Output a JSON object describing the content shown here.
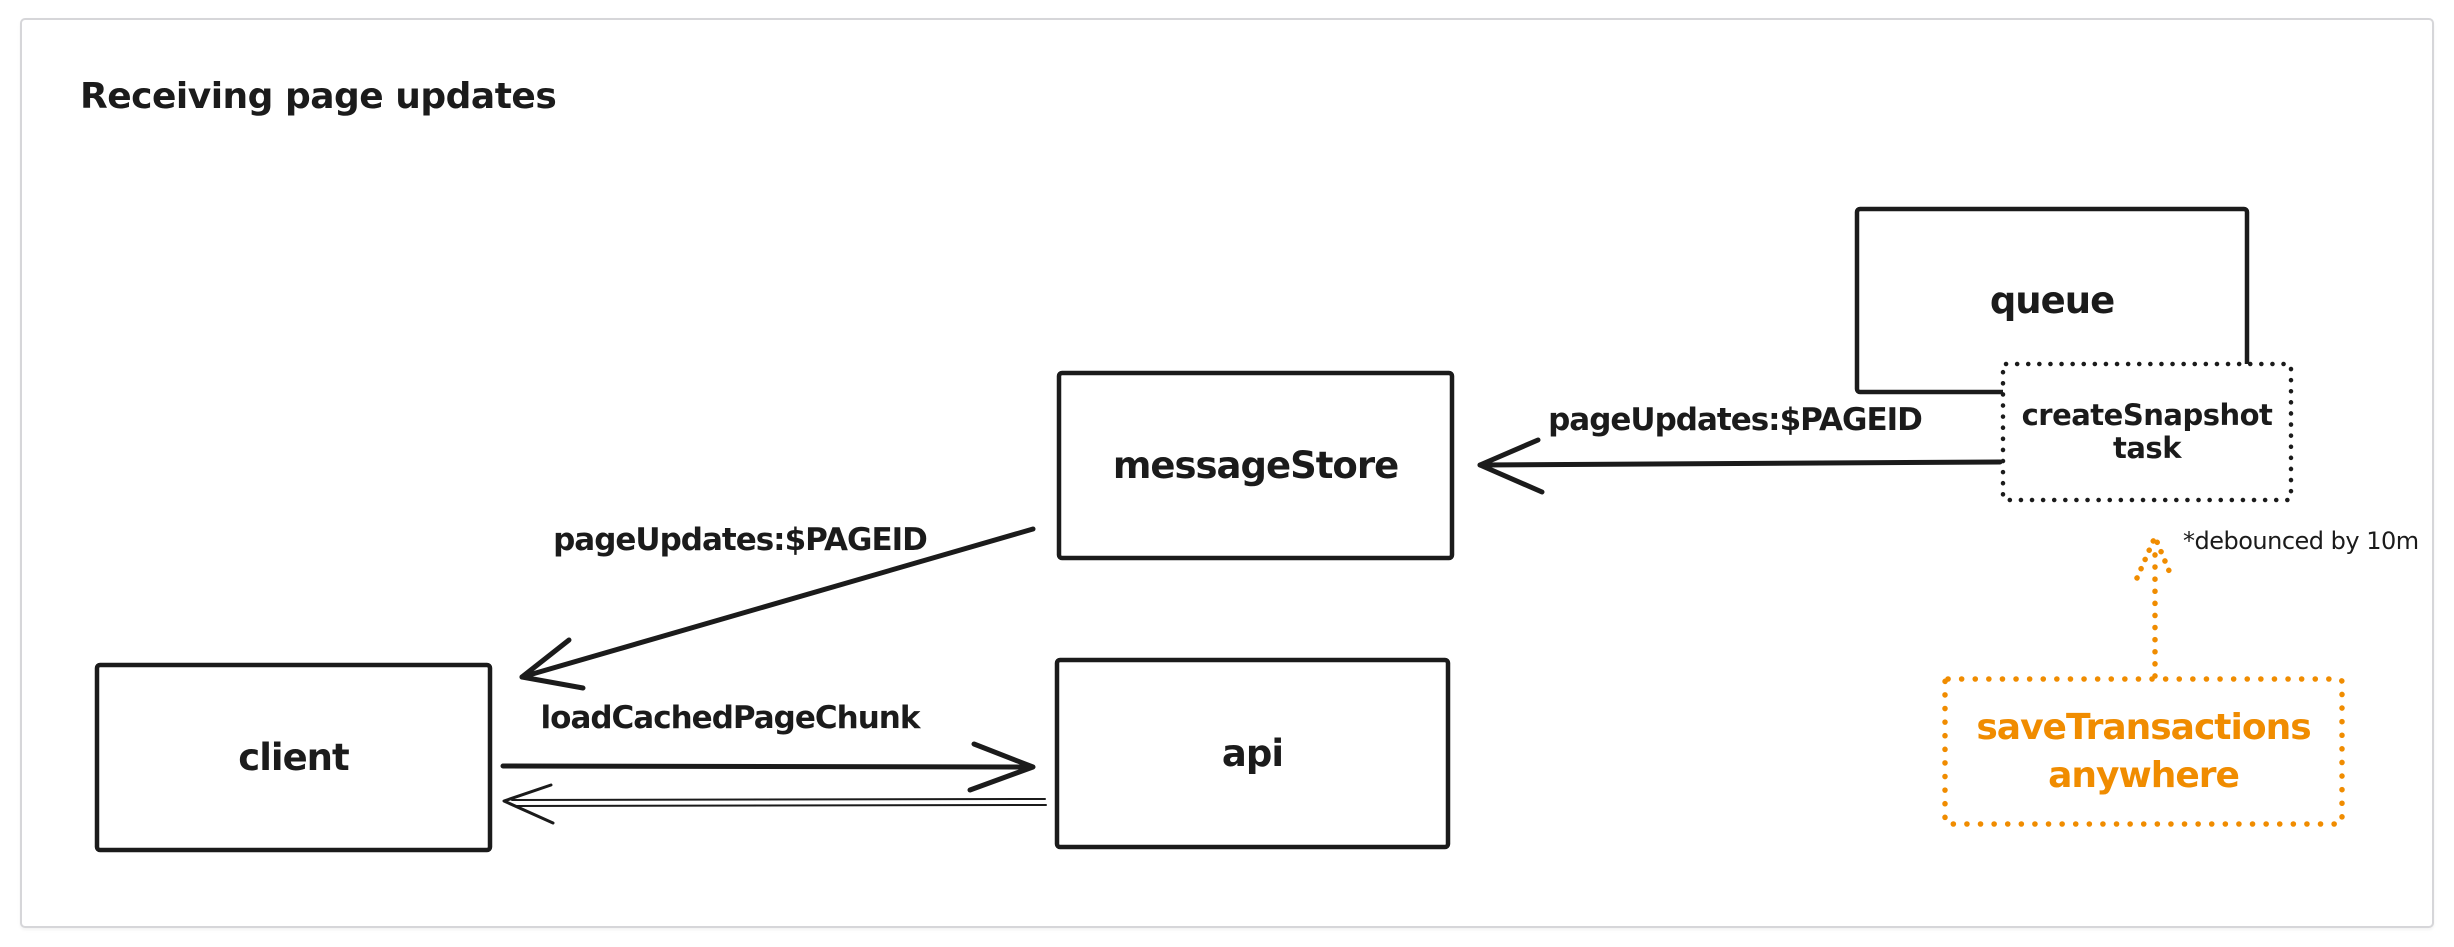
{
  "title": "Receiving page updates",
  "colors": {
    "ink": "#1b1b1b",
    "accent_orange": "#f08c00",
    "frame_border": "#d6d6d9",
    "background": "#ffffff"
  },
  "nodes": {
    "queue": {
      "label": "queue"
    },
    "create_snapshot_task": {
      "line1": "createSnapshot",
      "line2": "task"
    },
    "message_store": {
      "label": "messageStore"
    },
    "client": {
      "label": "client"
    },
    "api": {
      "label": "api"
    },
    "save_transactions": {
      "line1": "saveTransactions",
      "line2": "anywhere"
    }
  },
  "edges": {
    "task_to_message_store": {
      "label": "pageUpdates:$PAGEID"
    },
    "message_store_to_client": {
      "label": "pageUpdates:$PAGEID"
    },
    "client_to_api": {
      "label": "loadCachedPageChunk"
    }
  },
  "note": {
    "text": "*debounced by 10m"
  }
}
